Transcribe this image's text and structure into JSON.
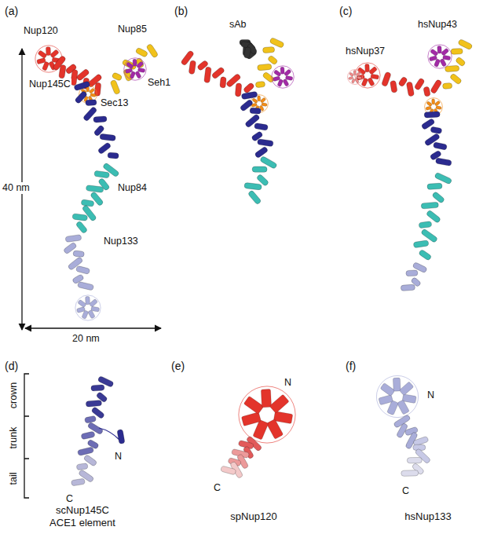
{
  "diagram": {
    "labels": [
      "(a)",
      "Nup120",
      "Nup85",
      "Seh1",
      "Sec13",
      "Nup145C",
      "Nup84",
      "Nup133",
      "40 nm",
      "20 nm",
      "(b)",
      "sAb",
      "(c)",
      "hsNup43",
      "hsNup37",
      "(d)",
      "crown",
      "trunk",
      "tail",
      "N",
      "C",
      "scNup145C ACE1 element",
      "(e)",
      "N",
      "C",
      "spNup120",
      "(f)",
      "N",
      "C",
      "hsNup133"
    ]
  }
}
